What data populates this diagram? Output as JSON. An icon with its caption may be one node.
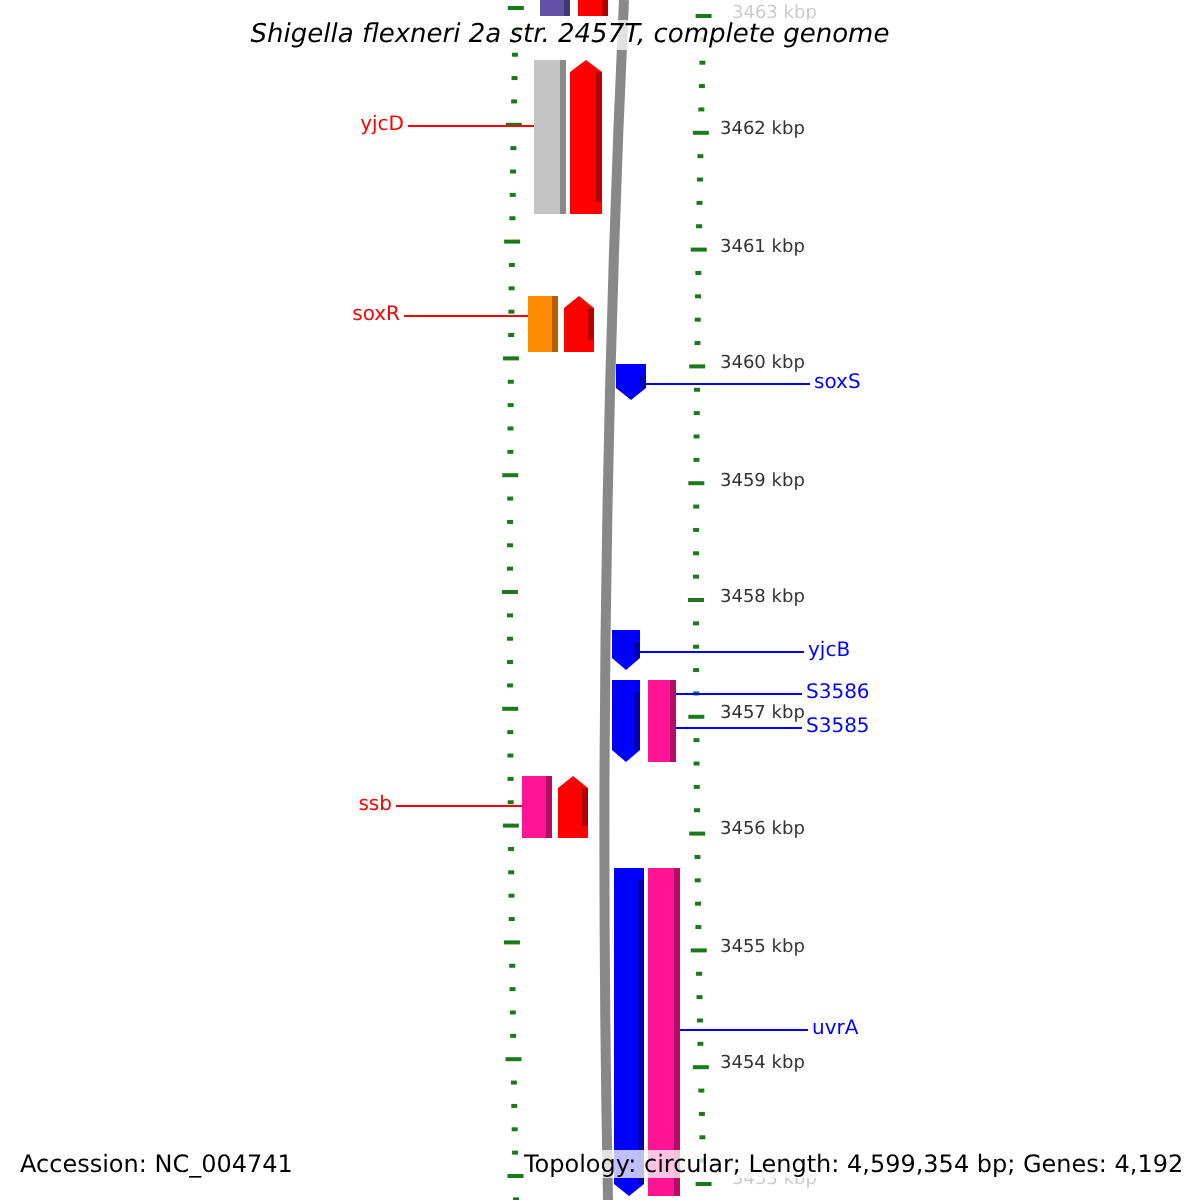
{
  "diagram": {
    "title": "Shigella flexneri 2a str. 2457T, complete genome",
    "nodes": [
      {
        "text": [],
        "shape": "bar"
      },
      {
        "text": [],
        "shape": "bar"
      },
      {
        "text": [],
        "shape": "bar"
      },
      {
        "text": [],
        "shape": "arrow"
      },
      {
        "text": [
          "yjcD"
        ]
      },
      {
        "text": [],
        "shape": "bar"
      },
      {
        "text": [],
        "shape": "arrow"
      },
      {
        "text": [
          "soxR"
        ]
      },
      {
        "text": [],
        "shape": "arrow"
      },
      {
        "text": [
          "soxS"
        ]
      },
      {
        "text": [],
        "shape": "arrow"
      },
      {
        "text": [
          "yjcB"
        ]
      },
      {
        "text": [],
        "shape": "arrow"
      },
      {
        "text": [],
        "shape": "bar"
      },
      {
        "text": [
          "S3586"
        ]
      },
      {
        "text": [
          "S3585"
        ]
      },
      {
        "text": [],
        "shape": "bar"
      },
      {
        "text": [],
        "shape": "arrow"
      },
      {
        "text": [
          "ssb"
        ]
      },
      {
        "text": [],
        "shape": "arrow"
      },
      {
        "text": [],
        "shape": "bar"
      },
      {
        "text": [
          "uvrA"
        ]
      }
    ],
    "edges": [
      {
        "from": 4,
        "to": 2,
        "arrow": "none",
        "color": "#ff0000"
      },
      {
        "from": 7,
        "to": 5,
        "arrow": "none",
        "color": "#ff0000"
      },
      {
        "from": 9,
        "to": 8,
        "arrow": "none",
        "color": "#0000ff"
      },
      {
        "from": 11,
        "to": 10,
        "arrow": "none",
        "color": "#0000ff"
      },
      {
        "from": 14,
        "to": 13,
        "arrow": "none",
        "color": "#0000ff"
      },
      {
        "from": 15,
        "to": 13,
        "arrow": "none",
        "color": "#0000ff"
      },
      {
        "from": 18,
        "to": 16,
        "arrow": "none",
        "color": "#ff0000"
      },
      {
        "from": 21,
        "to": 20,
        "arrow": "none",
        "color": "#0000ff"
      }
    ],
    "labels": [
      "3463 kbp",
      "3462 kbp",
      "3461 kbp",
      "3460 kbp",
      "3459 kbp",
      "3458 kbp",
      "3457 kbp",
      "3456 kbp",
      "3455 kbp",
      "3454 kbp",
      "3453 kbp",
      "Accession: NC_004741",
      "Topology: circular; Length: 4,599,354 bp; Genes: 4,192"
    ]
  }
}
